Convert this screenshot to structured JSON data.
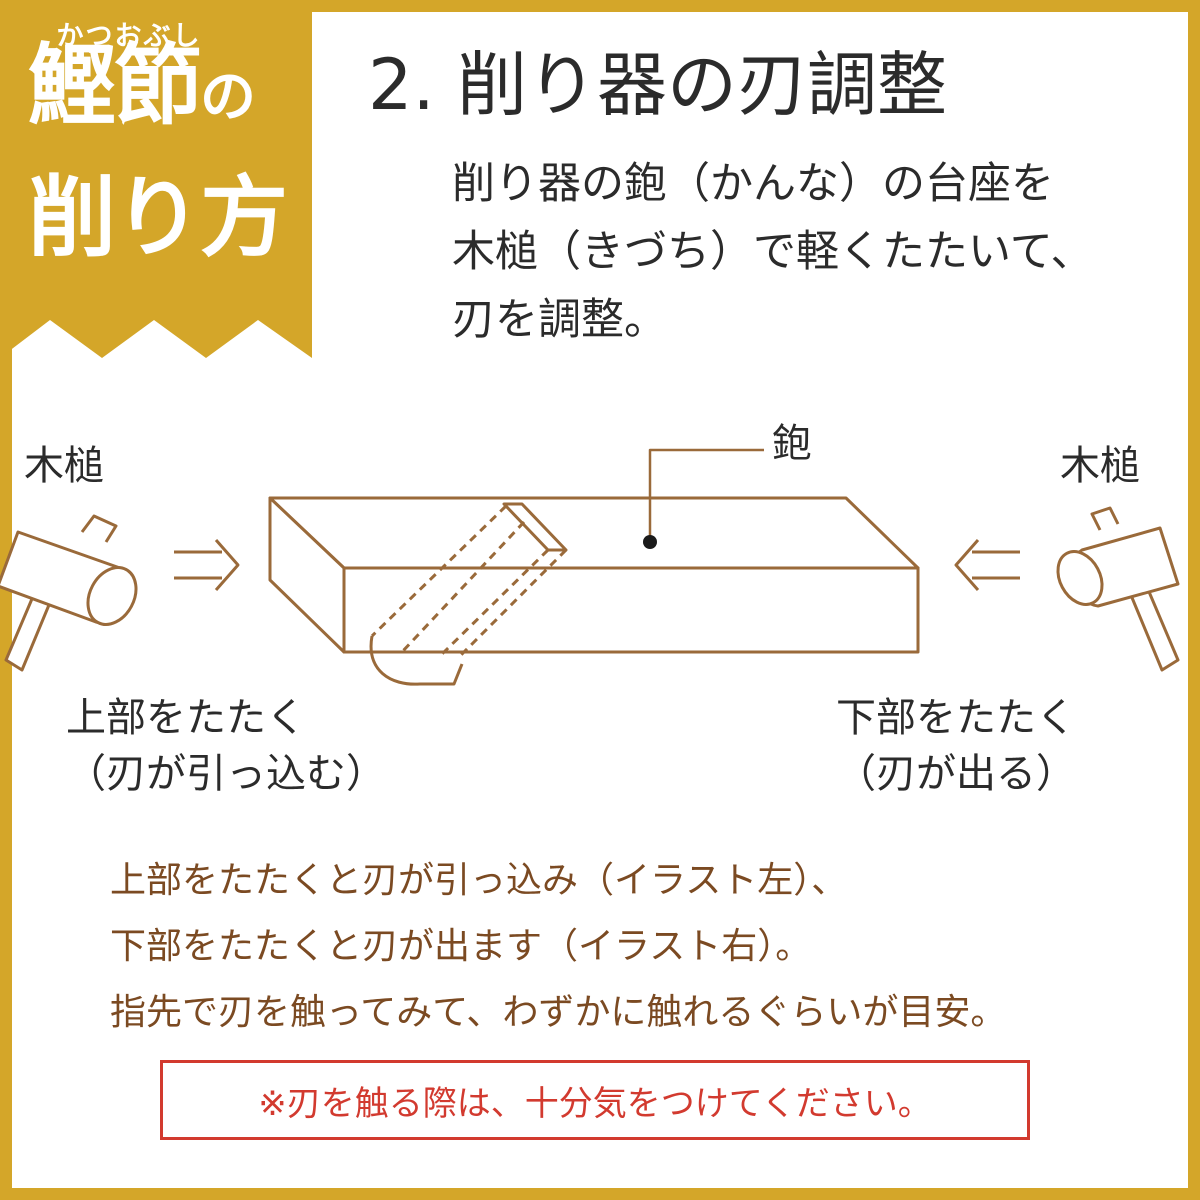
{
  "badge": {
    "subtitle": "かつおぶし",
    "line1_a": "鰹節",
    "line1_b": "の",
    "line2": "削り方",
    "color": "#d4a629"
  },
  "title": "2. 削り器の刃調整",
  "description": [
    "削り器の鉋（かんな）の台座を",
    "木槌（きづち）で軽くたたいて、",
    "刃を調整。"
  ],
  "illustration": {
    "plane_label": "鉋",
    "mallet_left_label": "木槌",
    "mallet_right_label": "木槌",
    "left_caption": [
      "上部をたたく",
      "（刃が引っ込む）"
    ],
    "right_caption": [
      "下部をたたく",
      "（刃が出る）"
    ],
    "line_color": "#9a6a3a"
  },
  "notes": [
    "上部をたたくと刃が引っ込み（イラスト左）、",
    "下部をたたくと刃が出ます（イラスト右）。",
    "指先で刃を触ってみて、わずかに触れるぐらいが目安。"
  ],
  "warning": {
    "text": "※刃を触る際は、十分気をつけてください。",
    "color": "#d23a2f"
  }
}
